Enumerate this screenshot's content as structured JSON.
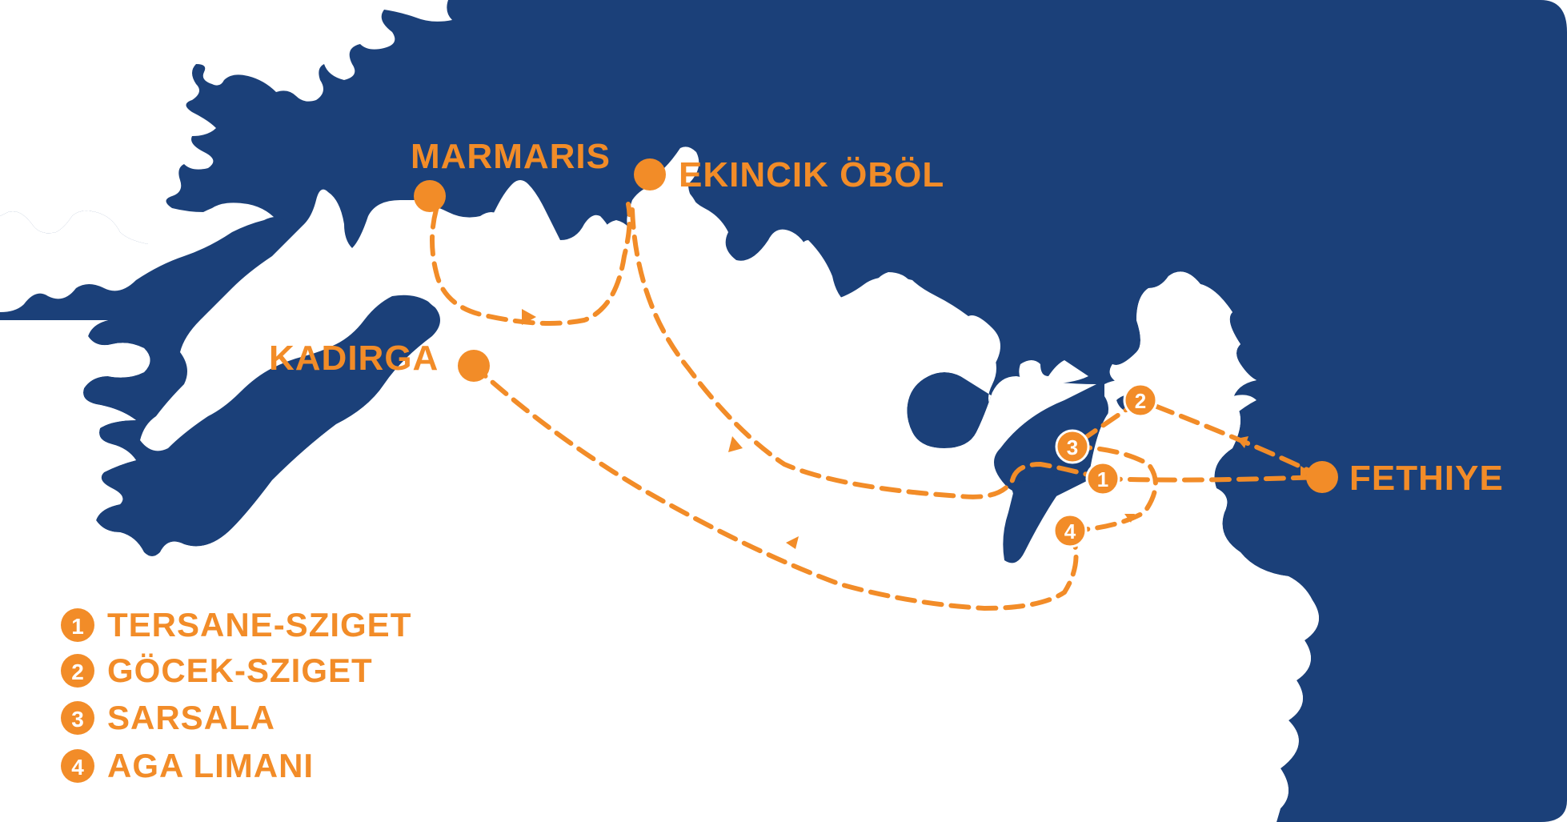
{
  "colors": {
    "sea": "#1b4079",
    "land": "#ffffff",
    "accent": "#f28c28",
    "marker_text": "#ffffff"
  },
  "places": {
    "marmaris": "MARMARIS",
    "ekincik": "EKINCIK ÖBÖL",
    "kadirga": "KADIRGA",
    "fethiye": "FETHIYE"
  },
  "stops": {
    "s1": "1",
    "s2": "2",
    "s3": "3",
    "s4": "4"
  },
  "legend": [
    {
      "num": "1",
      "label": "TERSANE-SZIGET"
    },
    {
      "num": "2",
      "label": "GÖCEK-SZIGET"
    },
    {
      "num": "3",
      "label": "SARSALA"
    },
    {
      "num": "4",
      "label": "AGA LIMANI"
    }
  ]
}
